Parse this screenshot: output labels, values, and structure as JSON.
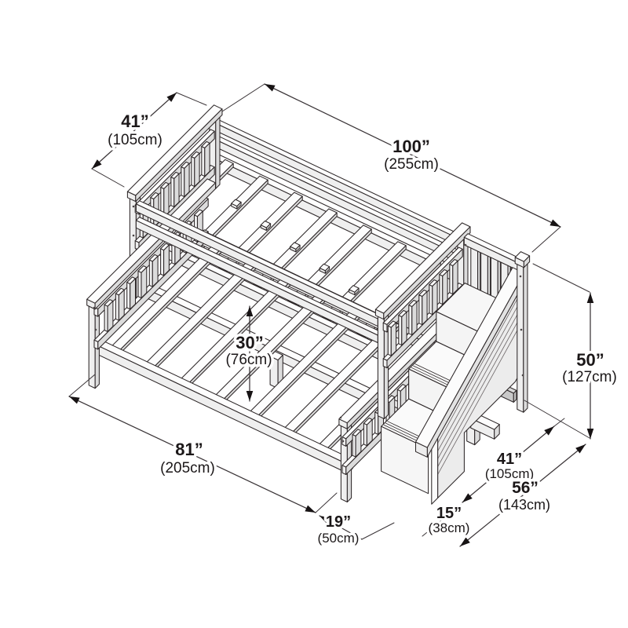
{
  "figure": {
    "type": "product-dimension-diagram",
    "subject": "bunk bed with staircase",
    "background": "#ffffff",
    "line_color": "#2d2728",
    "text_color": "#1b1718",
    "fill_light": "#efefef",
    "fill_mid": "#dcdcdc",
    "fill_shade": "#c9c9c9"
  },
  "dims": {
    "top_width": {
      "in": "41”",
      "cm": "(105cm)"
    },
    "total_length": {
      "in": "100”",
      "cm": "(255cm)"
    },
    "clearance": {
      "in": "30”",
      "cm": "(76cm)"
    },
    "height": {
      "in": "50”",
      "cm": "(127cm)"
    },
    "bottom_length": {
      "in": "81”",
      "cm": "(205cm)"
    },
    "step_offset": {
      "in": "19”",
      "cm": "(50cm)"
    },
    "step_depth": {
      "in": "15”",
      "cm": "(38cm)"
    },
    "stair_width": {
      "in": "41”",
      "cm": "(105cm)"
    },
    "total_width": {
      "in": "56”",
      "cm": "(143cm)"
    }
  }
}
